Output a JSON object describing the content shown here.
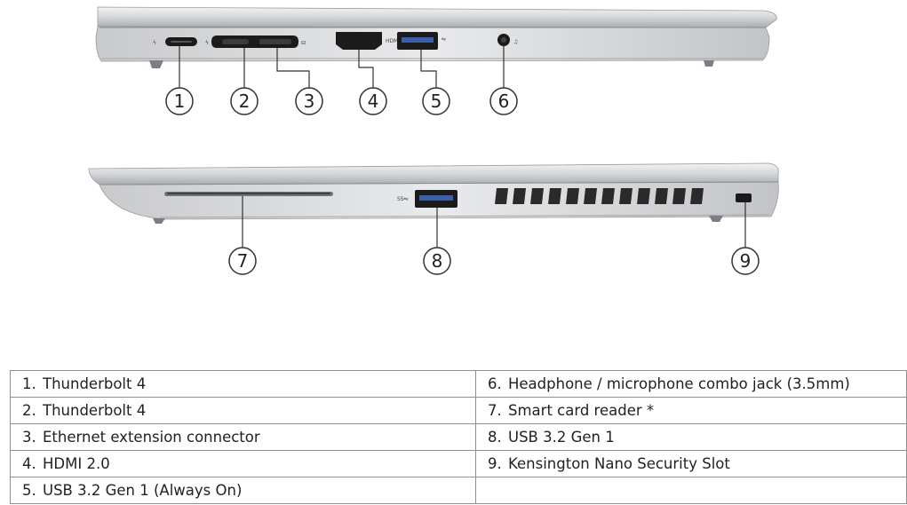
{
  "diagram": {
    "top_view": {
      "port_labels": {
        "hdmi": "HDMI"
      },
      "callouts": [
        "1",
        "2",
        "3",
        "4",
        "5",
        "6"
      ]
    },
    "bottom_view": {
      "callouts": [
        "7",
        "8",
        "9"
      ]
    }
  },
  "legend": {
    "rows": [
      [
        {
          "num": "1.",
          "label": "Thunderbolt 4"
        },
        {
          "num": "6.",
          "label": "Headphone / microphone combo jack (3.5mm)"
        }
      ],
      [
        {
          "num": "2.",
          "label": "Thunderbolt 4"
        },
        {
          "num": "7.",
          "label": "Smart card reader *"
        }
      ],
      [
        {
          "num": "3.",
          "label": "Ethernet extension connector"
        },
        {
          "num": "8.",
          "label": "USB 3.2 Gen 1"
        }
      ],
      [
        {
          "num": "4.",
          "label": "HDMI 2.0"
        },
        {
          "num": "9.",
          "label": "Kensington Nano Security Slot"
        }
      ],
      [
        {
          "num": "5.",
          "label": "USB 3.2 Gen 1 (Always On)"
        },
        {
          "num": "",
          "label": ""
        }
      ]
    ]
  },
  "colors": {
    "chassis_light": "#e4e5e7",
    "chassis_mid": "#b9bcc0",
    "chassis_dark": "#8d9095",
    "port_black": "#1b1b1b",
    "line": "#333333"
  }
}
